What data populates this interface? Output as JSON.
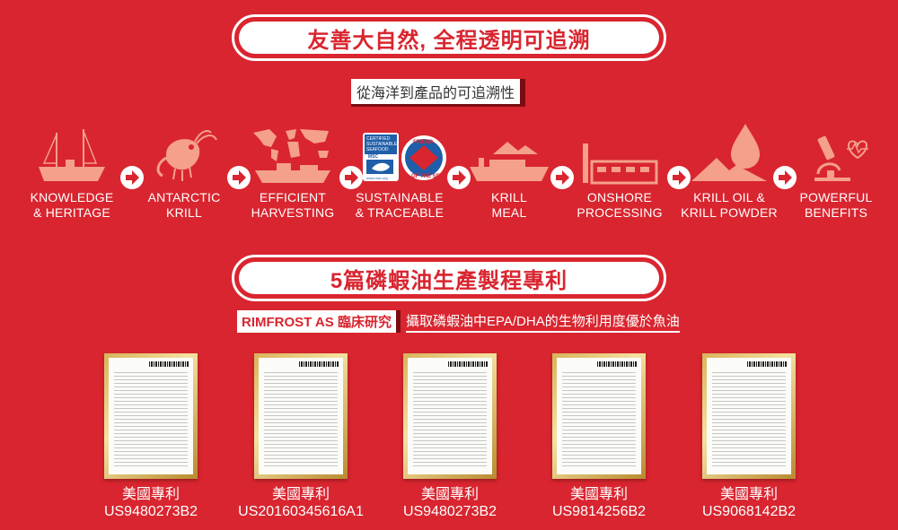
{
  "heading1": "友善大自然, 全程透明可追溯",
  "subheading1": "從海洋到產品的可追溯性",
  "flow": [
    {
      "icon": "ship-icon",
      "line1": "KNOWLEDGE",
      "line2": "& HERITAGE"
    },
    {
      "icon": "krill-icon",
      "line1": "ANTARCTIC",
      "line2": "KRILL"
    },
    {
      "icon": "world-ship-icon",
      "line1": "EFFICIENT",
      "line2": "HARVESTING"
    },
    {
      "icon": "msc-certification-icon",
      "line1": "SUSTAINABLE",
      "line2": "& TRACEABLE"
    },
    {
      "icon": "cargo-ship-icon",
      "line1": "KRILL",
      "line2": "MEAL"
    },
    {
      "icon": "factory-icon",
      "line1": "ONSHORE",
      "line2": "PROCESSING"
    },
    {
      "icon": "oil-drop-powder-icon",
      "line1": "KRILL OIL &",
      "line2": "KRILL POWDER"
    },
    {
      "icon": "microscope-heart-icon",
      "line1": "POWERFUL",
      "line2": "BENEFITS"
    }
  ],
  "msc_badge": {
    "line1": "CERTIFIED",
    "line2": "SUSTAINABLE",
    "line3": "SEAFOOD",
    "line4": "MSC",
    "line5": "www.msc.org"
  },
  "friend_badge": {
    "top": "FRIEND",
    "bottom": "OF THE SEA"
  },
  "heading2": "5篇磷蝦油生產製程專利",
  "rimfrost": {
    "brand": "RIMFROST AS",
    "tag": "臨床研究",
    "desc": "攝取磷蝦油中EPA/DHA的生物利用度優於魚油"
  },
  "patents": [
    {
      "title": "美國專利",
      "number": "US9480273B2"
    },
    {
      "title": "美國專利",
      "number": "US20160345616A1"
    },
    {
      "title": "美國專利",
      "number": "US9480273B2"
    },
    {
      "title": "美國專利",
      "number": "US9814256B2"
    },
    {
      "title": "美國專利",
      "number": "US9068142B2"
    }
  ],
  "colors": {
    "background": "#d9252f",
    "icon": "#f4a08a",
    "dark_accent": "#7a0d12"
  }
}
